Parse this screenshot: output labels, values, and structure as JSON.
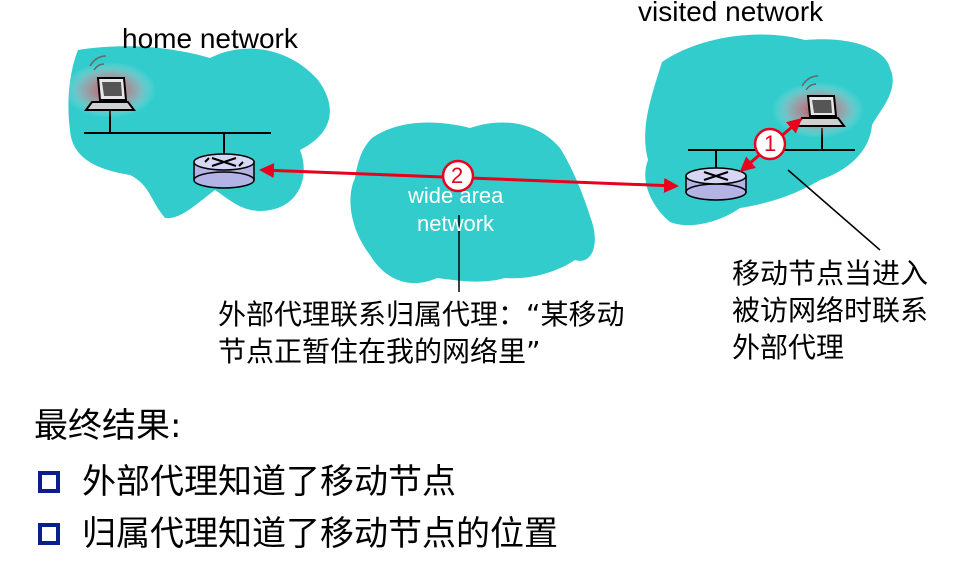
{
  "labels": {
    "home_network": "home network",
    "visited_network": "visited network",
    "wan_line1": "wide area",
    "wan_line2": "network",
    "step1": "1",
    "step2": "2"
  },
  "annotations": {
    "foreign_agent_contact": [
      "外部代理联系归属代理：“某移动",
      "节点正暂住在我的网络里”"
    ],
    "mobile_enters": [
      "移动节点当进入",
      "被访网络时联系",
      "外部代理"
    ]
  },
  "result": {
    "title": "最终结果:",
    "bullets": [
      "外部代理知道了移动节点",
      "归属代理知道了移动节点的位置"
    ]
  },
  "colors": {
    "cloud": "#33cccc",
    "arrow": "#e8001c",
    "bullet": "#0a1e8c",
    "router": "#b3b3e6"
  }
}
